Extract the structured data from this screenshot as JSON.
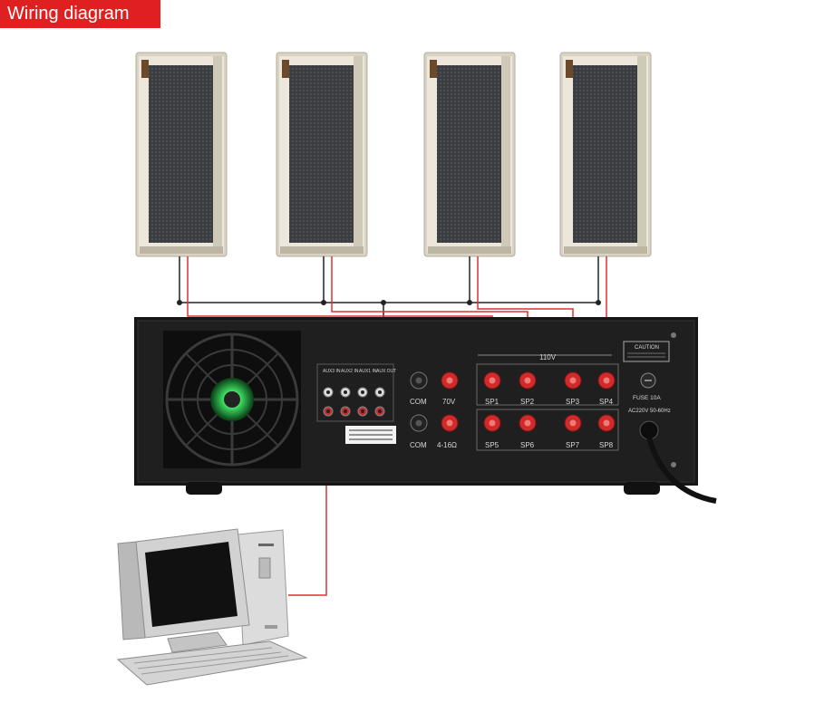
{
  "title": "Wiring diagram",
  "colors": {
    "title_bg": "#e02020",
    "signal_wire": "#e03030",
    "common_wire": "#222222",
    "amp_panel": "#1c1c1c",
    "speaker_housing": "#dcd7c9",
    "fan_led": "#38d25a"
  },
  "speakers": [
    {
      "id": "speaker-1"
    },
    {
      "id": "speaker-2"
    },
    {
      "id": "speaker-3"
    },
    {
      "id": "speaker-4"
    }
  ],
  "amplifier": {
    "aux_inputs": [
      "AUX3 IN",
      "AUX2 IN",
      "AUX1 IN",
      "AUX OUT"
    ],
    "terminals_top": [
      "COM",
      "70V",
      "SP1",
      "SP2",
      "SP3",
      "SP4"
    ],
    "terminals_bottom": [
      "COM",
      "4-16Ω",
      "SP5",
      "SP6",
      "SP7",
      "SP8"
    ],
    "voltage_label": "110V",
    "caution_label": "CAUTION",
    "fuse_label": "FUSE 10A",
    "power_label": "AC220V 50-60Hz"
  }
}
